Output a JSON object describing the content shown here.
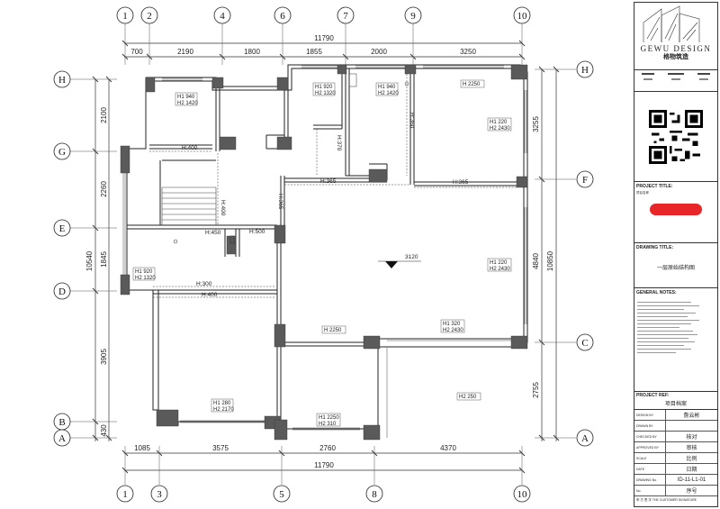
{
  "grid": {
    "top_labels": [
      "1",
      "2",
      "4",
      "6",
      "7",
      "9",
      "10"
    ],
    "bottom_labels": [
      "1",
      "3",
      "5",
      "8",
      "10"
    ],
    "left_labels": [
      "H",
      "G",
      "E",
      "D",
      "B",
      "A"
    ],
    "right_labels": [
      "H",
      "F",
      "C",
      "A"
    ]
  },
  "dims": {
    "top_overall": "11790",
    "top_segments": [
      "700",
      "2190",
      "1800",
      "1855",
      "2000",
      "3250"
    ],
    "bottom_overall": "11790",
    "bottom_segments": [
      "1085",
      "3575",
      "2760",
      "4370"
    ],
    "left_overall": "10540",
    "left_segments": [
      "2100",
      "2260",
      "1845",
      "3905",
      "430"
    ],
    "right_overall": "10850",
    "right_segments": [
      "3255",
      "4840",
      "2755"
    ]
  },
  "heights": {
    "h400a": "H:400",
    "h365a": "H:365",
    "h365b": "H:365",
    "h365v": "H:365",
    "h360v": "H:360",
    "h400v": "H:400",
    "h450": "H:450",
    "h500": "H:500",
    "h300": "H:300",
    "h400b": "H:400",
    "h370v": "H:370",
    "level": "3120"
  },
  "windows": [
    {
      "h1": "H1 940",
      "h2": "H2 1420"
    },
    {
      "h1": "H1 920",
      "h2": "H2 1320"
    },
    {
      "h1": "H1 940",
      "h2": "H2 1420"
    },
    {
      "h1": "H 2250",
      "h2": ""
    },
    {
      "h1": "H1 220",
      "h2": "H2 2430"
    },
    {
      "h1": "H1 220",
      "h2": "H2 2430"
    },
    {
      "h1": "H1 920",
      "h2": "H2 1320"
    },
    {
      "h1": "H 2250",
      "h2": ""
    },
    {
      "h1": "H1 320",
      "h2": "H2 2430"
    },
    {
      "h1": "H1 280",
      "h2": "H2 2170"
    },
    {
      "h1": "H1 2250",
      "h2": "H2 310"
    },
    {
      "h1": "H2 250",
      "h2": ""
    }
  ],
  "title_block": {
    "logo_en": "GEWU DESIGN",
    "logo_cn": "格物筑造",
    "project_title_label": "PROJECT TITLE:",
    "project_title_sub": "项目名称",
    "drawing_title_label": "DRAWING TITLE:",
    "drawing_title": "一层原始结构图",
    "general_notes_label": "GENERAL NOTES:",
    "project_ref_label": "PROJECT REF:",
    "project_ref_value": "项目档案",
    "rows": [
      {
        "k": "DESIGN BY",
        "v": "詹云彬"
      },
      {
        "k": "DRAWN BY",
        "v": ""
      },
      {
        "k": "CHECKED BY",
        "v": "核对"
      },
      {
        "k": "APPROVED BY",
        "v": "审核"
      },
      {
        "k": "SCALE",
        "v": "比例"
      },
      {
        "k": "DATE",
        "v": "日期"
      },
      {
        "k": "DRAWING No.",
        "v": "ID-11-L1-01"
      },
      {
        "k": "No.",
        "v": "序号"
      }
    ],
    "signature": "甲 方 签 字 THE CUSTOMER SIGNATURE",
    "red_bar_color": "#e8262a"
  }
}
